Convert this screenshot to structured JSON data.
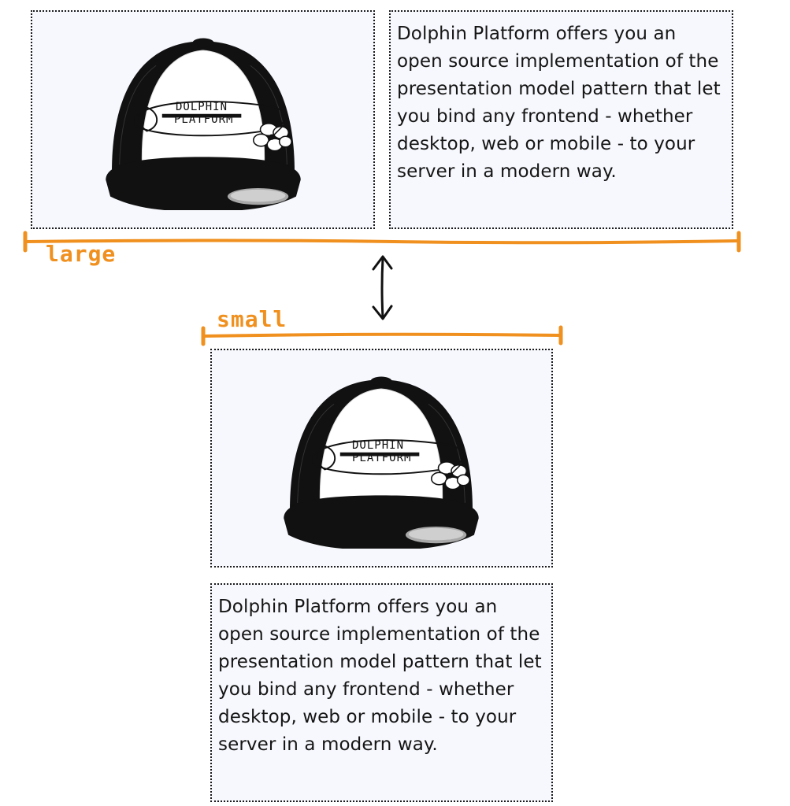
{
  "description_text": "Dolphin Platform offers you an open source implementation of the presentation model pattern that let you bind any frontend - whether desktop, web or mobile - to your server in a modern way.",
  "large_label": "large",
  "small_label": "small",
  "cap_logo_line1": "DOLPHIN",
  "cap_logo_line2": "PLATFORM",
  "colors": {
    "accent_orange": "#f0901e",
    "border": "#1a1a1a",
    "box_fill": "#f7f8fd",
    "cap_black": "#111111"
  }
}
